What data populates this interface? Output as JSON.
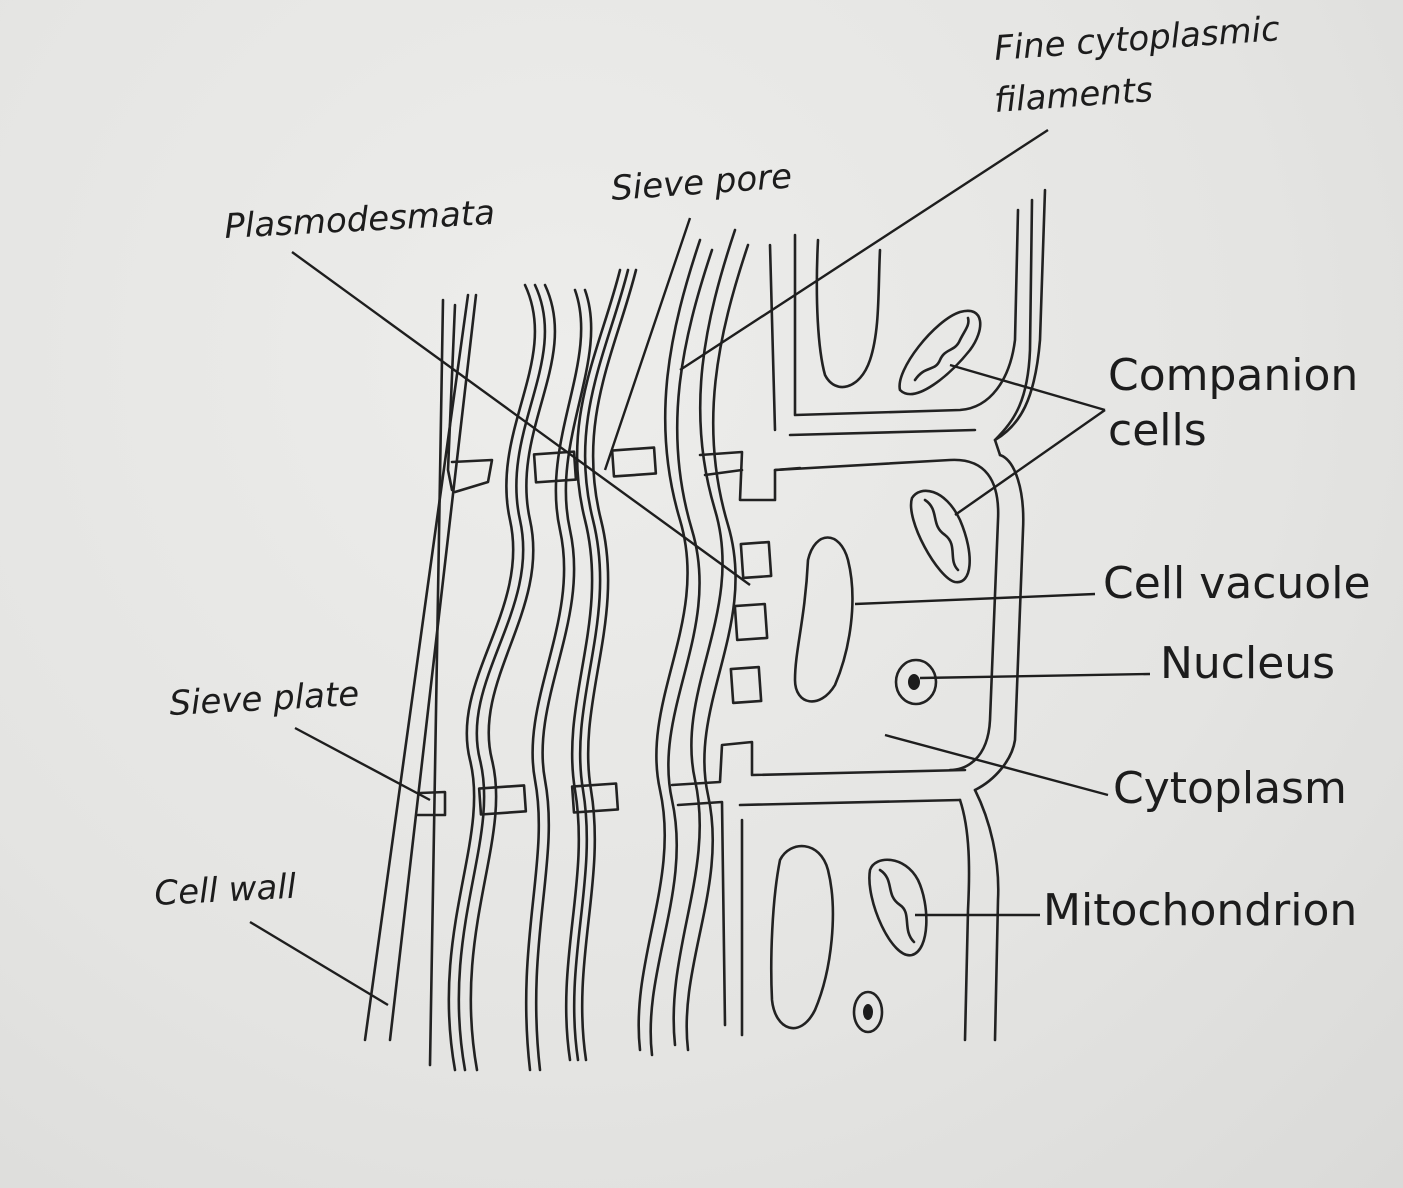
{
  "labels": {
    "fine_filaments_1": "Fine cytoplasmic",
    "fine_filaments_2": "filaments",
    "sieve_pore": "Sieve pore",
    "plasmodesmata": "Plasmodesmata",
    "companion_1": "Companion",
    "companion_2": "cells",
    "cell_vacuole": "Cell vacuole",
    "nucleus": "Nucleus",
    "cytoplasm": "Cytoplasm",
    "mitochondrion": "Mitochondrion",
    "sieve_plate": "Sieve plate",
    "cell_wall": "Cell wall"
  },
  "colors": {
    "ink": "#222222",
    "paper": "#e6e6e4"
  }
}
